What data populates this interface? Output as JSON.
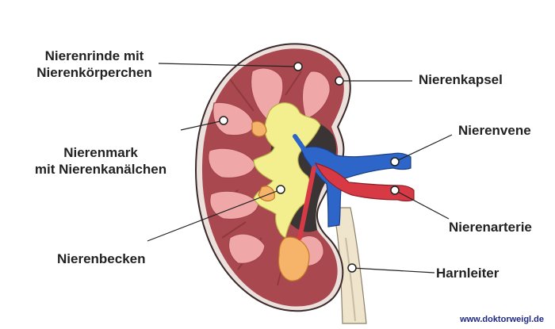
{
  "labels": {
    "cortex_line1": "Nierenrinde mit",
    "cortex_line2": "Nierenkörperchen",
    "capsule": "Nierenkapsel",
    "medulla_line1": "Nierenmark",
    "medulla_line2": "mit Nierenkanälchen",
    "vein": "Nierenvene",
    "artery": "Nierenarterie",
    "pelvis": "Nierenbecken",
    "ureter": "Harnleiter"
  },
  "watermark": "www.doktorweigl.de",
  "colors": {
    "capsule": "#ece0dc",
    "cortex": "#a9494f",
    "cortex_dark": "#7e2f36",
    "pyramid": "#f0a7a8",
    "pelvis": "#f4ef8e",
    "calyx": "#f6b46a",
    "vein": "#2d66c8",
    "artery": "#d83a45",
    "ureter": "#efe4cc",
    "leader": "#222222"
  }
}
